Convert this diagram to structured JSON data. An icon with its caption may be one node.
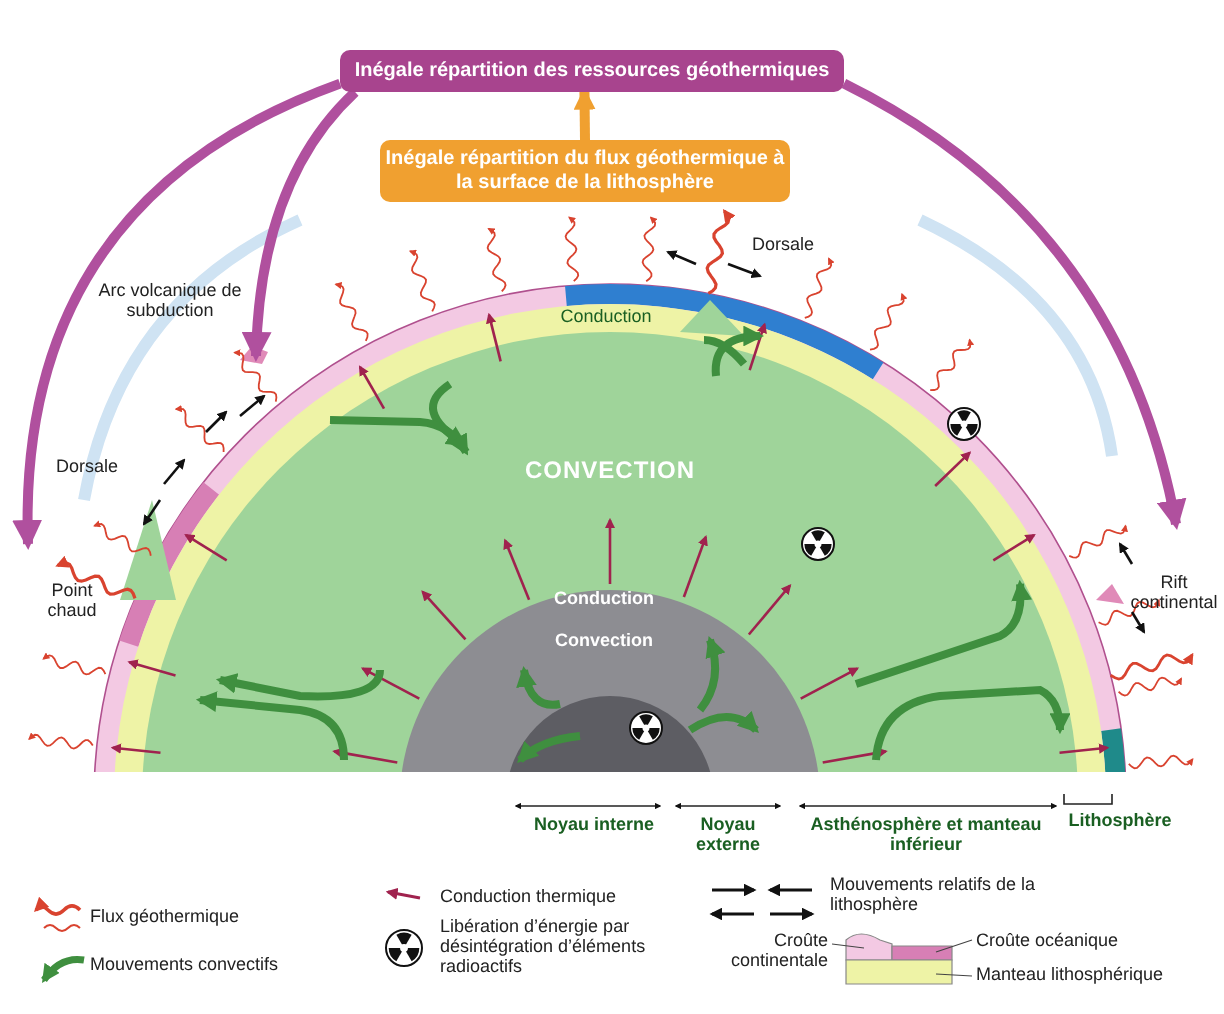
{
  "diagram": {
    "nodes": [
      {
        "text": [
          "Inégale répartition des ressources géothermiques"
        ]
      },
      {
        "text": [
          "Inégale répartition du flux géothermique à la surface de la lithosphère"
        ]
      }
    ],
    "edges": [
      {
        "from": 1,
        "to": 0,
        "arrow": "to",
        "color": "#f0a030"
      },
      {
        "from": 0,
        "to": null,
        "arrow": "to"
      },
      {
        "from": 0,
        "to": null,
        "arrow": "to"
      },
      {
        "from": 0,
        "to": null,
        "arrow": "to"
      }
    ],
    "labels": [
      "Dorsale",
      "Arc volcanique de subduction",
      "Conduction",
      "CONVECTION",
      "Dorsale",
      "Point chaud",
      "Rift continental",
      "Conduction",
      "Convection",
      "Noyau interne",
      "Noyau externe",
      "Asthénosphère et manteau inférieur",
      "Lithosphère"
    ],
    "legend": [
      {
        "text": "Flux géothermique"
      },
      {
        "text": "Mouvements convectifs"
      },
      {
        "text": "Conduction thermique"
      },
      {
        "text": "Libération d’énergie par désintégration d’éléments radioactifs"
      },
      {
        "text": "Mouvements relatifs de la lithosphère"
      },
      {
        "text": "Croûte continentale",
        "color": "#f3c9e3"
      },
      {
        "text": "Croûte océanique",
        "color": "#d77fb5"
      },
      {
        "text": "Manteau lithosphérique",
        "color": "#eef3a6"
      }
    ]
  }
}
